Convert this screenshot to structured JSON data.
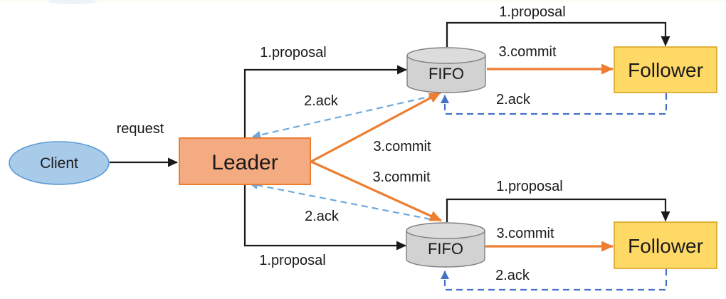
{
  "diagram": {
    "type": "protocol-flow-diagram",
    "nodes": {
      "client": {
        "label": "Client",
        "shape": "ellipse"
      },
      "leader": {
        "label": "Leader",
        "shape": "rect"
      },
      "fifo_top": {
        "label": "FIFO",
        "shape": "cylinder"
      },
      "fifo_bottom": {
        "label": "FIFO",
        "shape": "cylinder"
      },
      "follower_top": {
        "label": "Follower",
        "shape": "rect"
      },
      "follower_bottom": {
        "label": "Follower",
        "shape": "rect"
      }
    },
    "labels": {
      "request": "request",
      "proposal_leader_top": "1.proposal",
      "proposal_fifo_top": "1.proposal",
      "commit_fifo_top": "3.commit",
      "ack_follower_top": "2.ack",
      "ack_leader_top": "2.ack",
      "commit_leader_top": "3.commit",
      "commit_leader_bottom": "3.commit",
      "ack_leader_bottom": "2.ack",
      "proposal_leader_bottom": "1.proposal",
      "proposal_fifo_bottom": "1.proposal",
      "commit_fifo_bottom": "3.commit",
      "ack_follower_bottom": "2.ack"
    },
    "edges": [
      {
        "from": "client",
        "to": "leader",
        "label": "request",
        "style": "black-solid"
      },
      {
        "from": "leader",
        "to": "fifo_top",
        "label": "1.proposal",
        "style": "black-solid"
      },
      {
        "from": "leader",
        "to": "fifo_bottom",
        "label": "1.proposal",
        "style": "black-solid"
      },
      {
        "from": "fifo_top",
        "to": "follower_top",
        "label": "1.proposal",
        "style": "black-solid"
      },
      {
        "from": "fifo_bottom",
        "to": "follower_bottom",
        "label": "1.proposal",
        "style": "black-solid"
      },
      {
        "from": "fifo_top",
        "to": "follower_top",
        "label": "3.commit",
        "style": "orange-solid"
      },
      {
        "from": "fifo_bottom",
        "to": "follower_bottom",
        "label": "3.commit",
        "style": "orange-solid"
      },
      {
        "from": "leader",
        "to": "fifo_top",
        "label": "3.commit",
        "style": "orange-solid"
      },
      {
        "from": "leader",
        "to": "fifo_bottom",
        "label": "3.commit",
        "style": "orange-solid"
      },
      {
        "from": "follower_top",
        "to": "fifo_top",
        "label": "2.ack",
        "style": "blue-dashed"
      },
      {
        "from": "follower_bottom",
        "to": "fifo_bottom",
        "label": "2.ack",
        "style": "blue-dashed"
      },
      {
        "from": "fifo_top",
        "to": "leader",
        "label": "2.ack",
        "style": "lightblue-dashed"
      },
      {
        "from": "fifo_bottom",
        "to": "leader",
        "label": "2.ack",
        "style": "lightblue-dashed"
      }
    ],
    "colors": {
      "proposal_edge": "#1A1A1A",
      "commit_edge": "#ED7D31",
      "ack_follower_edge": "#4472C4",
      "ack_leader_edge": "#6FA8DC",
      "client_fill": "#A9CBEA",
      "client_border": "#5B9BD5",
      "leader_fill": "#F5AB81",
      "leader_border": "#ED7D31",
      "follower_fill": "#FFD966",
      "follower_border": "#D9A420",
      "fifo_fill": "#D2D2D2",
      "fifo_border": "#7F7F7F"
    }
  }
}
